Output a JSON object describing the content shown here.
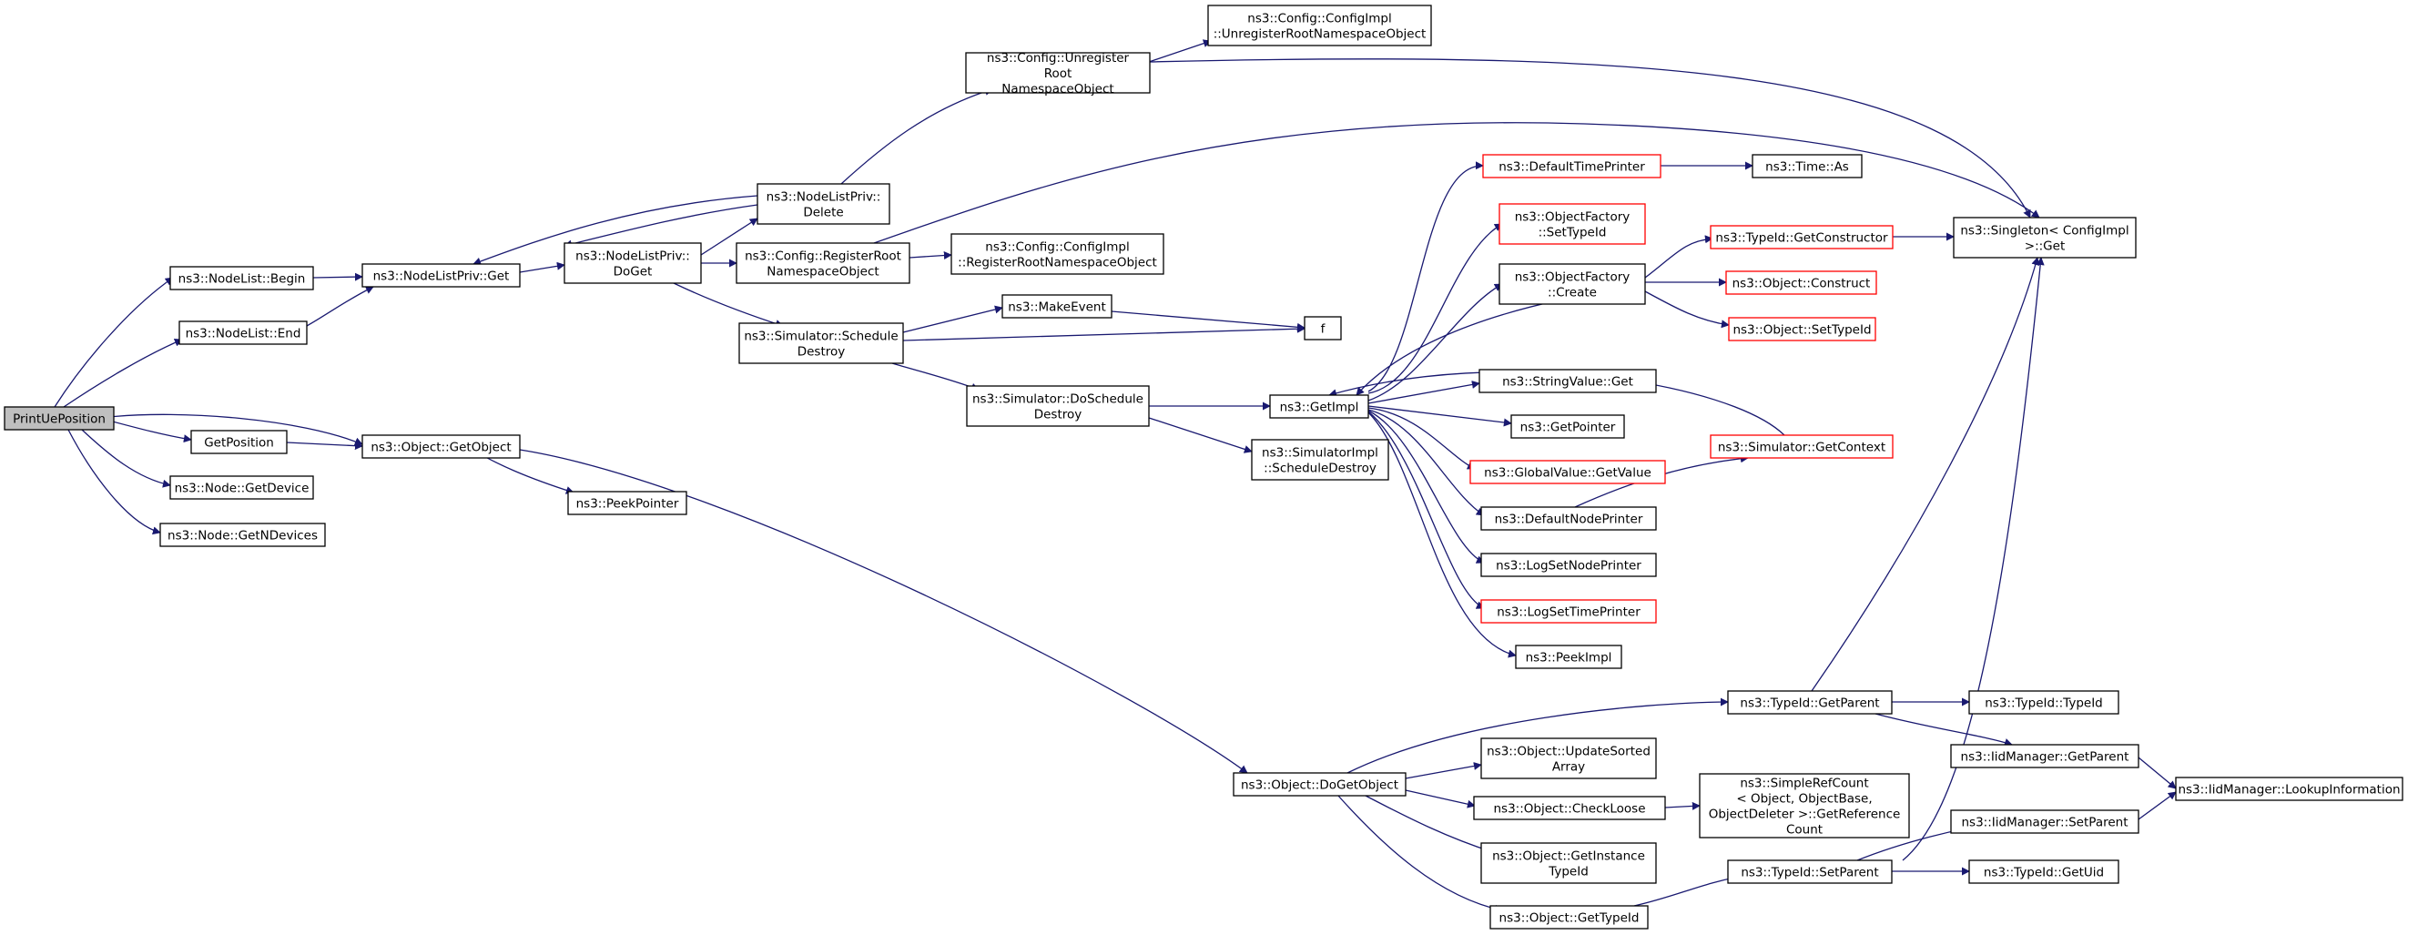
{
  "colors": {
    "edge": "#191970",
    "node_border": "#000000",
    "node_border_truncated": "#ff0000",
    "root_fill": "#bfbfbf",
    "node_fill": "#ffffff"
  },
  "nodes": {
    "n0": {
      "lines": [
        "PrintUePosition"
      ],
      "root": true
    },
    "n1": {
      "lines": [
        "ns3::NodeList::Begin"
      ]
    },
    "n2": {
      "lines": [
        "ns3::NodeList::End"
      ]
    },
    "n3": {
      "lines": [
        "GetPosition"
      ]
    },
    "n4": {
      "lines": [
        "ns3::Node::GetDevice"
      ]
    },
    "n5": {
      "lines": [
        "ns3::Node::GetNDevices"
      ]
    },
    "n6": {
      "lines": [
        "ns3::NodeListPriv::Get"
      ]
    },
    "n7": {
      "lines": [
        "ns3::Object::GetObject"
      ]
    },
    "n8": {
      "lines": [
        "ns3::NodeListPriv::",
        "DoGet"
      ]
    },
    "n9": {
      "lines": [
        "ns3::NodeListPriv::",
        "Delete"
      ]
    },
    "n10": {
      "lines": [
        "ns3::Config::Unregister",
        "Root",
        "NamespaceObject"
      ]
    },
    "n11": {
      "lines": [
        "ns3::Config::ConfigImpl",
        "::UnregisterRootNamespaceObject"
      ]
    },
    "n12": {
      "lines": [
        "ns3::Config::RegisterRoot",
        "NamespaceObject"
      ]
    },
    "n13": {
      "lines": [
        "ns3::Config::ConfigImpl",
        "::RegisterRootNamespaceObject"
      ]
    },
    "n14": {
      "lines": [
        "ns3::Simulator::Schedule",
        "Destroy"
      ]
    },
    "n15": {
      "lines": [
        "ns3::MakeEvent"
      ]
    },
    "n16": {
      "lines": [
        "f"
      ]
    },
    "n17": {
      "lines": [
        "ns3::Simulator::DoSchedule",
        "Destroy"
      ]
    },
    "n18": {
      "lines": [
        "ns3::SimulatorImpl",
        "::ScheduleDestroy"
      ]
    },
    "n19": {
      "lines": [
        "ns3::GetImpl"
      ]
    },
    "n20": {
      "lines": [
        "ns3::PeekPointer"
      ]
    },
    "n21": {
      "lines": [
        "ns3::DefaultTimePrinter"
      ],
      "truncated": true
    },
    "n22": {
      "lines": [
        "ns3::Time::As"
      ]
    },
    "n23": {
      "lines": [
        "ns3::ObjectFactory",
        "::SetTypeId"
      ],
      "truncated": true
    },
    "n24": {
      "lines": [
        "ns3::ObjectFactory",
        "::Create"
      ]
    },
    "n25": {
      "lines": [
        "ns3::TypeId::GetConstructor"
      ],
      "truncated": true
    },
    "n26": {
      "lines": [
        "ns3::Object::Construct"
      ],
      "truncated": true
    },
    "n27": {
      "lines": [
        "ns3::Object::SetTypeId"
      ],
      "truncated": true
    },
    "n28": {
      "lines": [
        "ns3::StringValue::Get"
      ]
    },
    "n29": {
      "lines": [
        "ns3::GetPointer"
      ]
    },
    "n30": {
      "lines": [
        "ns3::GlobalValue::GetValue"
      ],
      "truncated": true
    },
    "n31": {
      "lines": [
        "ns3::Simulator::GetContext"
      ],
      "truncated": true
    },
    "n32": {
      "lines": [
        "ns3::DefaultNodePrinter"
      ]
    },
    "n33": {
      "lines": [
        "ns3::LogSetNodePrinter"
      ]
    },
    "n34": {
      "lines": [
        "ns3::LogSetTimePrinter"
      ],
      "truncated": true
    },
    "n35": {
      "lines": [
        "ns3::PeekImpl"
      ]
    },
    "n36": {
      "lines": [
        "ns3::Singleton< ConfigImpl",
        " >::Get"
      ]
    },
    "n37": {
      "lines": [
        "ns3::Object::DoGetObject"
      ]
    },
    "n38": {
      "lines": [
        "ns3::TypeId::GetParent"
      ]
    },
    "n39": {
      "lines": [
        "ns3::TypeId::TypeId"
      ]
    },
    "n40": {
      "lines": [
        "ns3::IidManager::GetParent"
      ]
    },
    "n41": {
      "lines": [
        "ns3::IidManager::LookupInformation"
      ]
    },
    "n42": {
      "lines": [
        "ns3::Object::UpdateSorted",
        "Array"
      ]
    },
    "n43": {
      "lines": [
        "ns3::Object::CheckLoose"
      ]
    },
    "n44": {
      "lines": [
        "ns3::SimpleRefCount",
        "< Object, ObjectBase,",
        " ObjectDeleter >::GetReference",
        "Count"
      ]
    },
    "n45": {
      "lines": [
        "ns3::IidManager::SetParent"
      ]
    },
    "n46": {
      "lines": [
        "ns3::Object::GetInstance",
        "TypeId"
      ]
    },
    "n47": {
      "lines": [
        "ns3::TypeId::SetParent"
      ]
    },
    "n48": {
      "lines": [
        "ns3::TypeId::GetUid"
      ]
    },
    "n49": {
      "lines": [
        "ns3::Object::GetTypeId"
      ]
    }
  }
}
